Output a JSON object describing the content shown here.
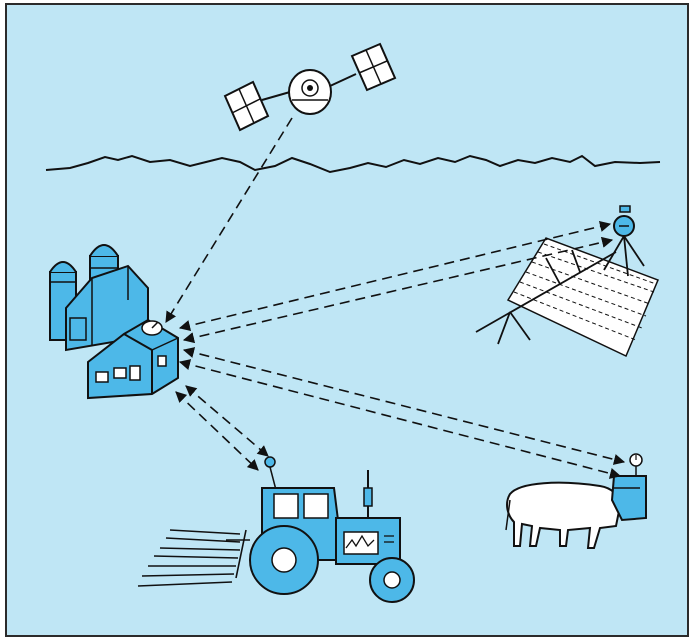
{
  "figure": {
    "background_color": "#bfe6f5",
    "frame_color": "#2b2b2b",
    "ink_color": "#111111",
    "fill_color": "#4db8e8",
    "light_fill_color": "#ffffff",
    "elements": [
      {
        "name": "satellite",
        "icon": "satellite-icon"
      },
      {
        "name": "mountain-horizon",
        "icon": "horizon-line"
      },
      {
        "name": "farmstead",
        "icon": "farm-buildings-icon"
      },
      {
        "name": "weather-station",
        "icon": "sensor-tripod-icon"
      },
      {
        "name": "crop-field",
        "icon": "hatched-field-icon"
      },
      {
        "name": "tractor",
        "icon": "tractor-icon"
      },
      {
        "name": "dairy-cow",
        "icon": "cow-icon"
      },
      {
        "name": "feeder",
        "icon": "feeder-icon"
      }
    ],
    "links": [
      {
        "from": "satellite",
        "to": "farmstead",
        "direction": "one-way"
      },
      {
        "from": "farmstead",
        "to": "weather-station",
        "direction": "two-way"
      },
      {
        "from": "farmstead",
        "to": "feeder",
        "direction": "two-way"
      },
      {
        "from": "farmstead",
        "to": "tractor",
        "direction": "two-way"
      }
    ]
  }
}
